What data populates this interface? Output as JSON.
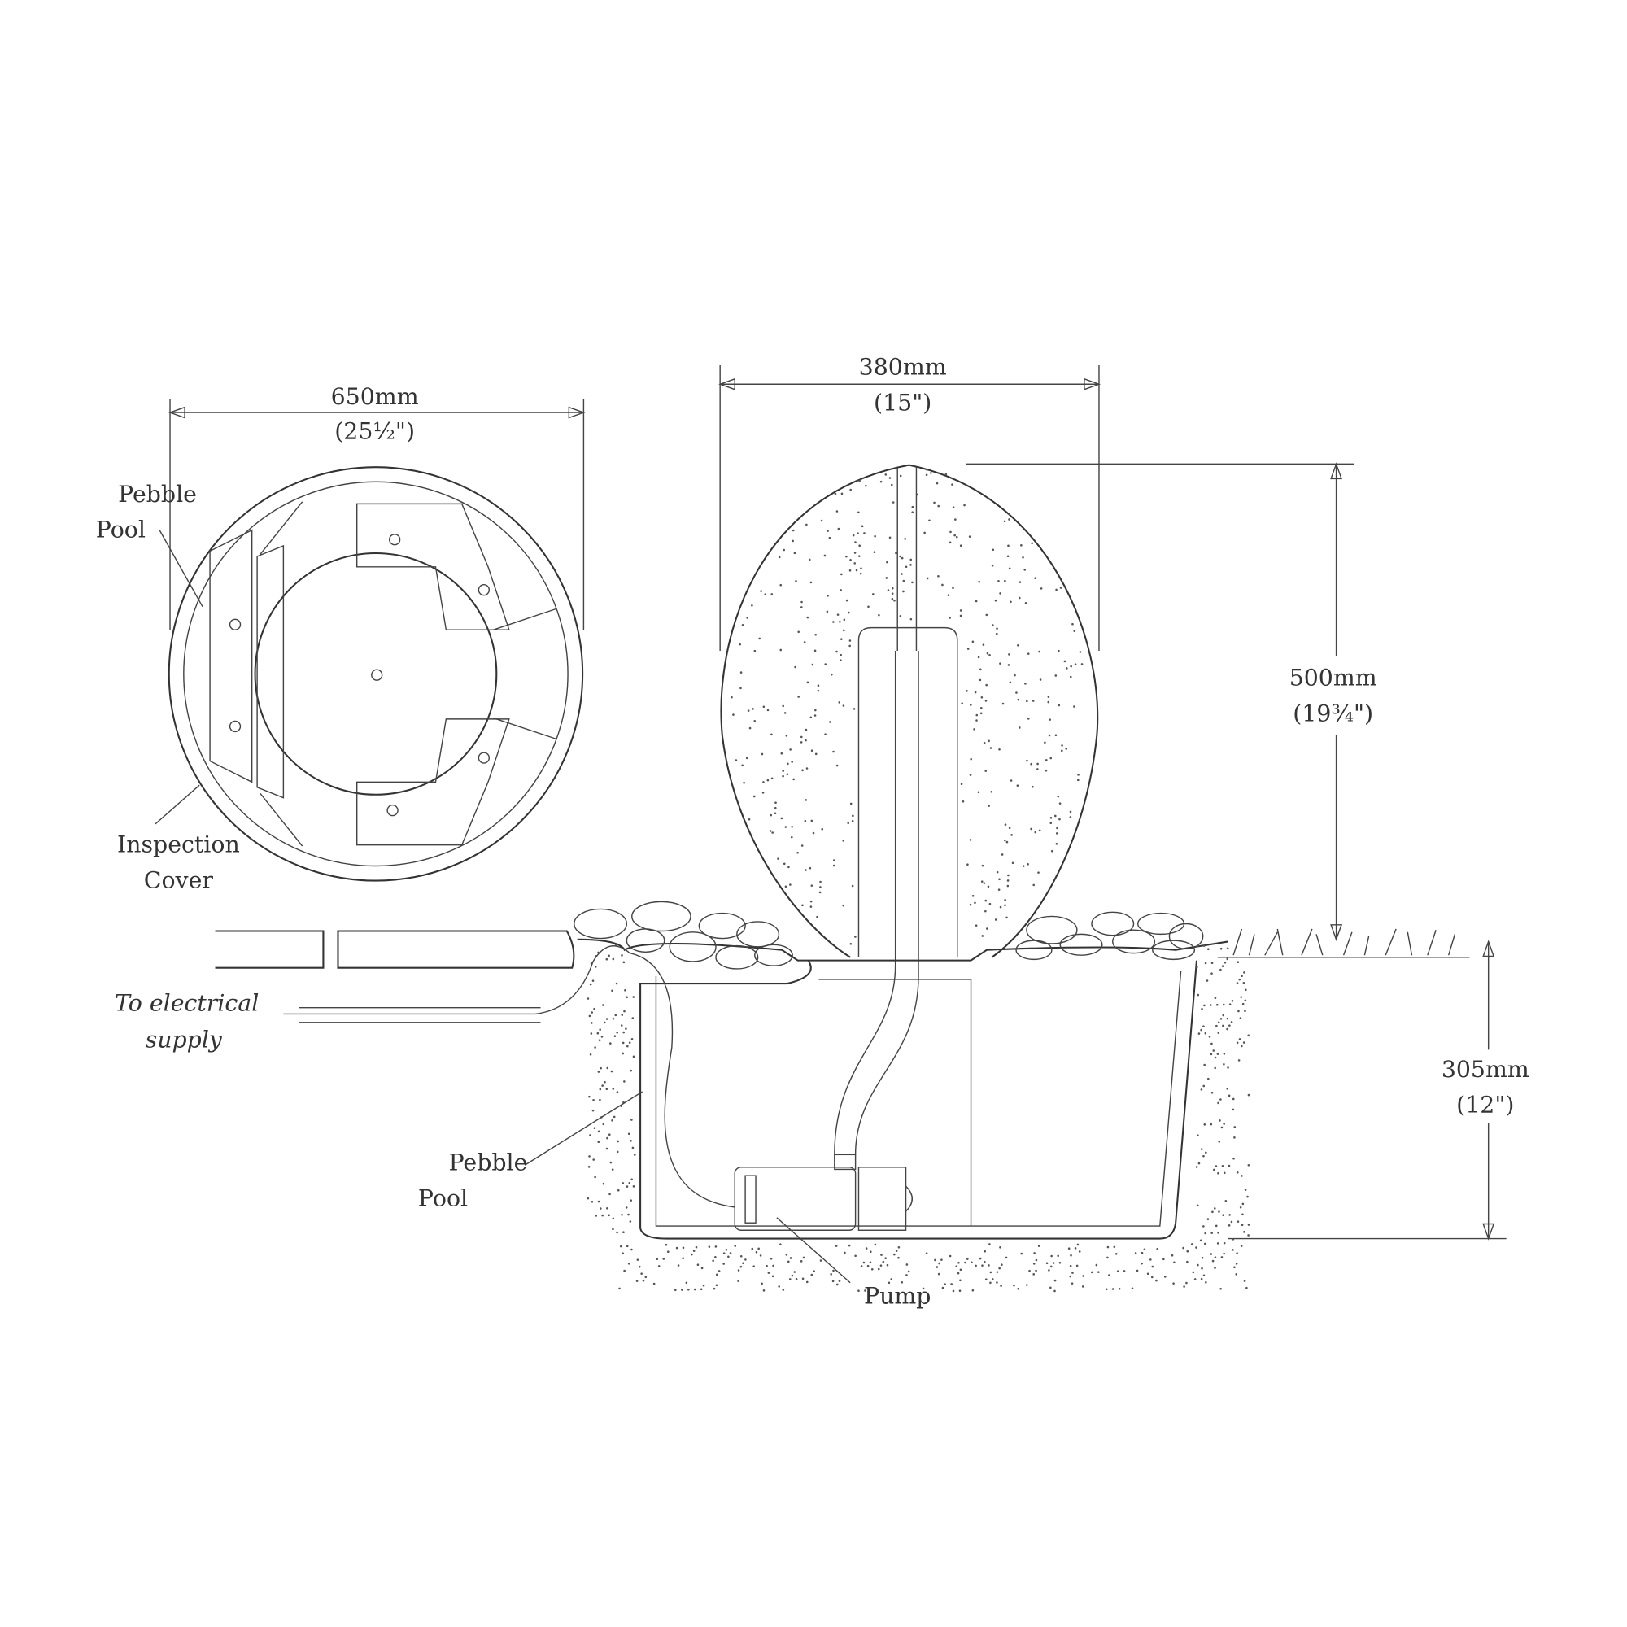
{
  "plan_view": {
    "width_mm": "650mm",
    "width_in": "(25½\")",
    "label_pebble_pool": [
      "Pebble",
      "Pool"
    ],
    "label_inspection_cover": [
      "Inspection",
      "Cover"
    ]
  },
  "elevation": {
    "width_mm": "380mm",
    "width_in": "(15\")",
    "height_mm": "500mm",
    "height_in": "(19¾\")",
    "depth_mm": "305mm",
    "depth_in": "(12\")",
    "label_electrical": [
      "To electrical",
      "supply"
    ],
    "label_pebble_pool": [
      "Pebble",
      "Pool"
    ],
    "label_pump": "Pump"
  }
}
